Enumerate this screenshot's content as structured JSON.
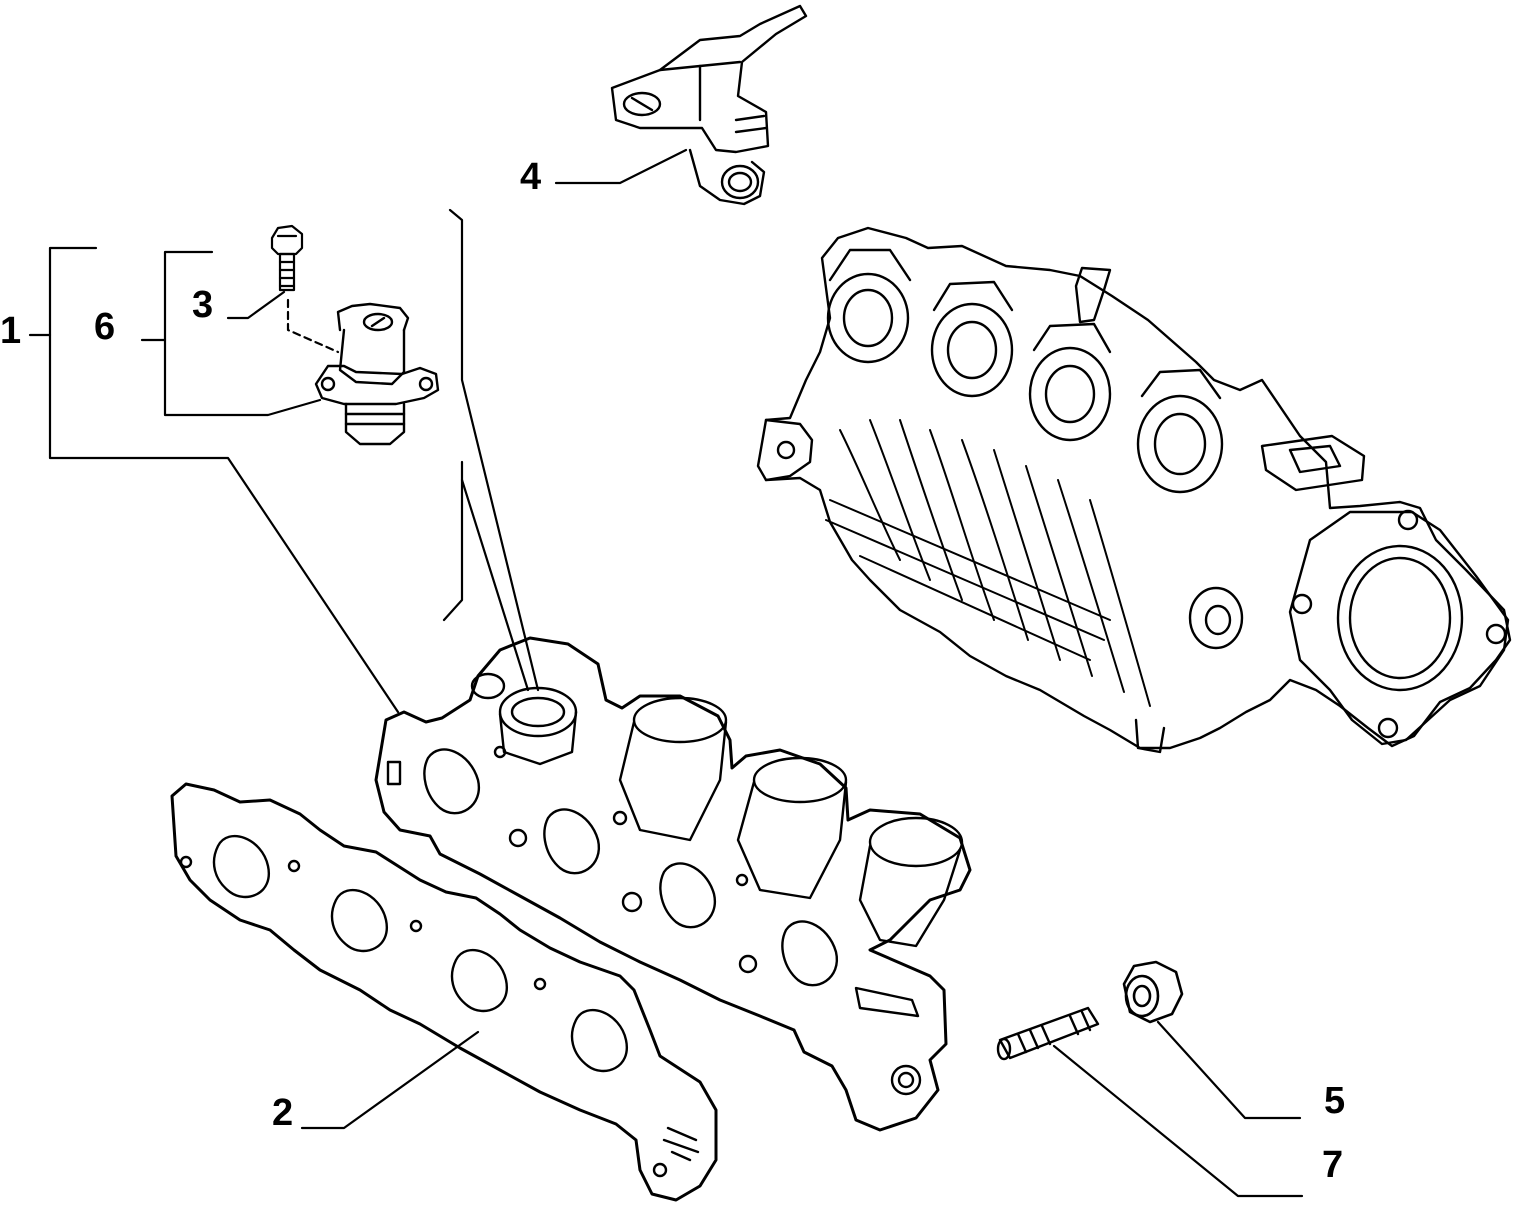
{
  "diagram": {
    "callouts": {
      "c1": "1",
      "c2": "2",
      "c3": "3",
      "c4": "4",
      "c5": "5",
      "c6": "6",
      "c7": "7"
    },
    "colors": {
      "ink": "#000000",
      "paper": "#ffffff"
    }
  }
}
